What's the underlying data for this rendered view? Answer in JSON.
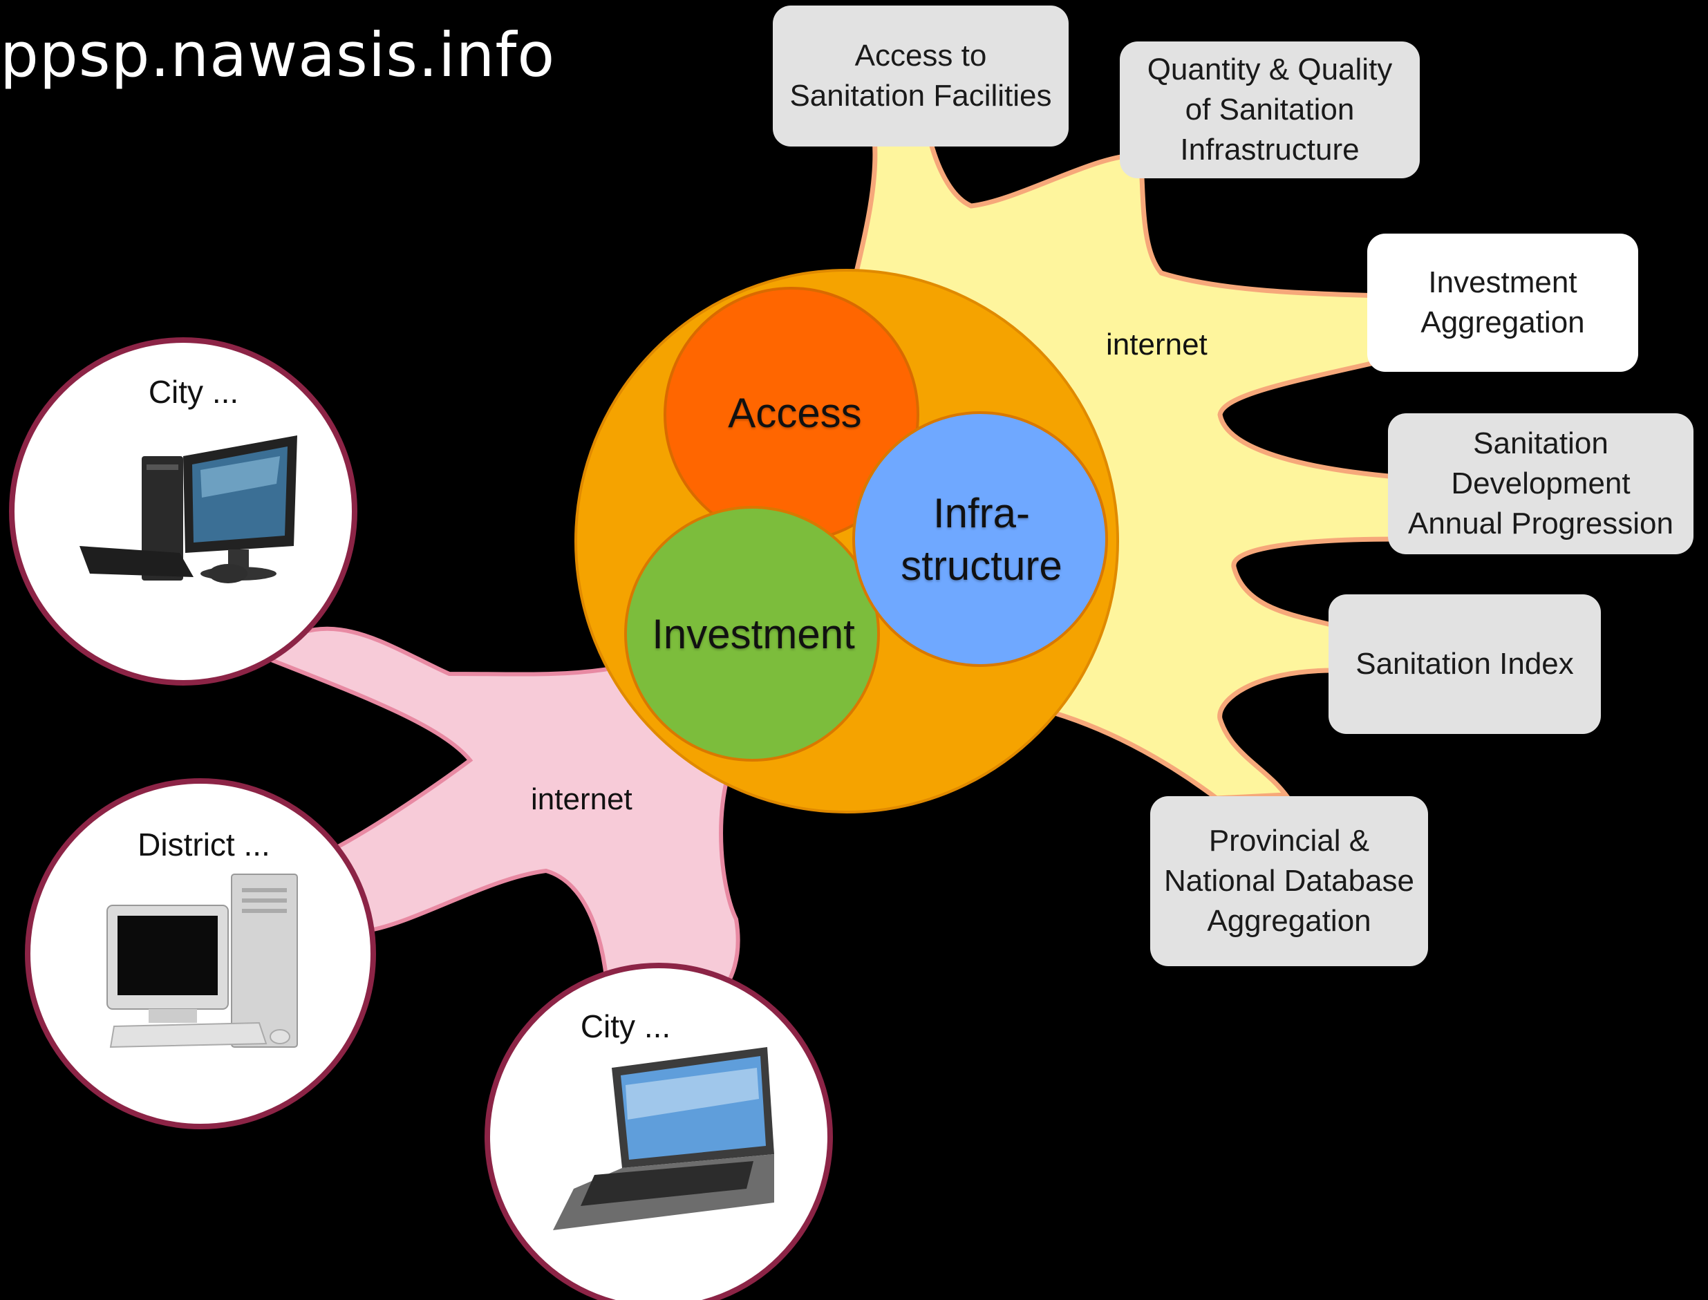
{
  "title": "ppsp.nawasis.info",
  "hub": {
    "access": "Access",
    "infrastructure": "Infra-\nstructure",
    "investment": "Investment"
  },
  "left_network_label": "internet",
  "right_network_label": "internet",
  "clients": [
    {
      "label": "City ...",
      "device": "desktop-lcd-icon"
    },
    {
      "label": "District ...",
      "device": "desktop-crt-icon"
    },
    {
      "label": "City ...",
      "device": "laptop-icon"
    }
  ],
  "outputs": [
    "Access to\nSanitation Facilities",
    "Quantity & Quality\nof Sanitation\nInfrastructure",
    "Investment\nAggregation",
    "Sanitation\nDevelopment\nAnnual Progression",
    "Sanitation Index",
    "Provincial &\nNational Database\nAggregation"
  ],
  "colors": {
    "background": "#000000",
    "hub_outer": "#f5a300",
    "access": "#ff6600",
    "infrastructure": "#6fa8ff",
    "investment": "#7cbd3c",
    "right_network": "#fef59d",
    "right_network_stroke": "#f6a87a",
    "left_network": "#f7cbd8",
    "left_network_stroke": "#e88aa3",
    "client_ring": "#8c2446",
    "card": "#e2e2e2"
  }
}
